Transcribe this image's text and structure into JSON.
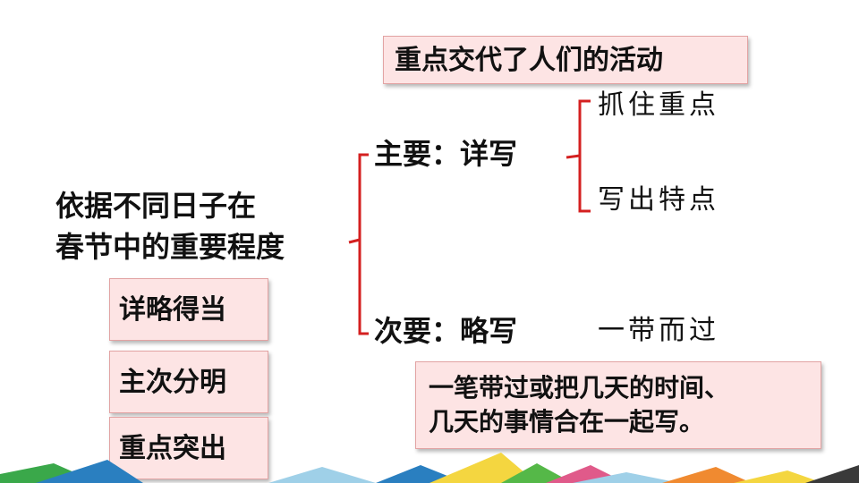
{
  "top_note": "重点交代了人们的活动",
  "root": {
    "line1": "依据不同日子在",
    "line2": "春节中的重要程度"
  },
  "principles": [
    "详略得当",
    "主次分明",
    "重点突出"
  ],
  "primary": {
    "label": "主要：详写",
    "sub": [
      "抓住重点",
      "写出特点"
    ]
  },
  "secondary": {
    "label": "次要：略写",
    "note": "一带而过",
    "detail_line1": "一笔带过或把几天的时间、",
    "detail_line2": "几天的事情合在一起写。"
  },
  "colors": {
    "bracket": "#d42020",
    "box_fill": "#fde4e4",
    "box_border": "#e2a3a3"
  }
}
